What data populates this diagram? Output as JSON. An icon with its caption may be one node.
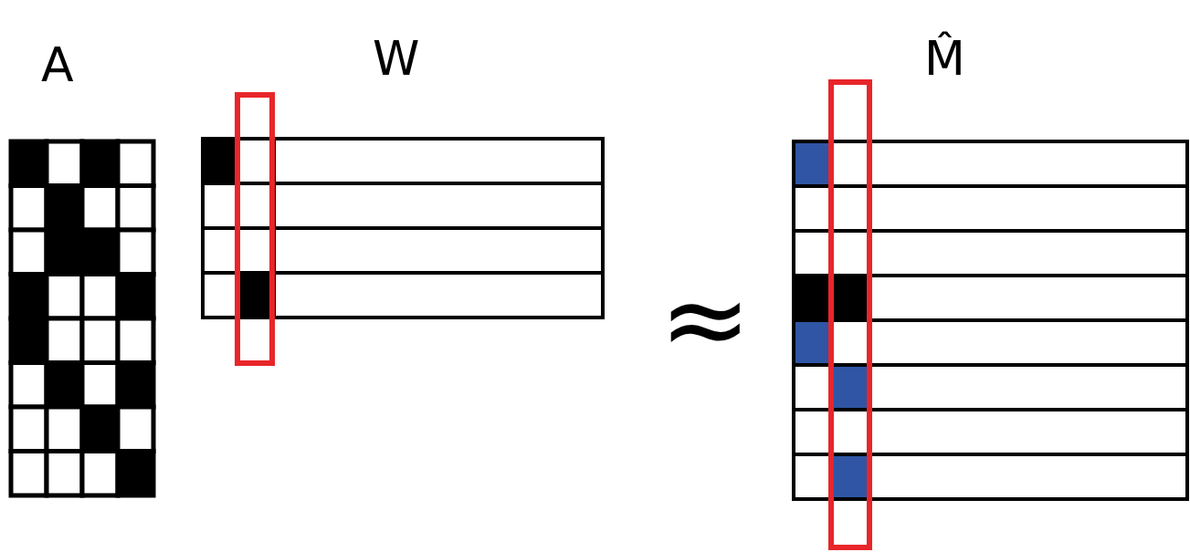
{
  "diagram": {
    "labels": [
      "A",
      "W",
      "M̂",
      "≈"
    ]
  }
}
